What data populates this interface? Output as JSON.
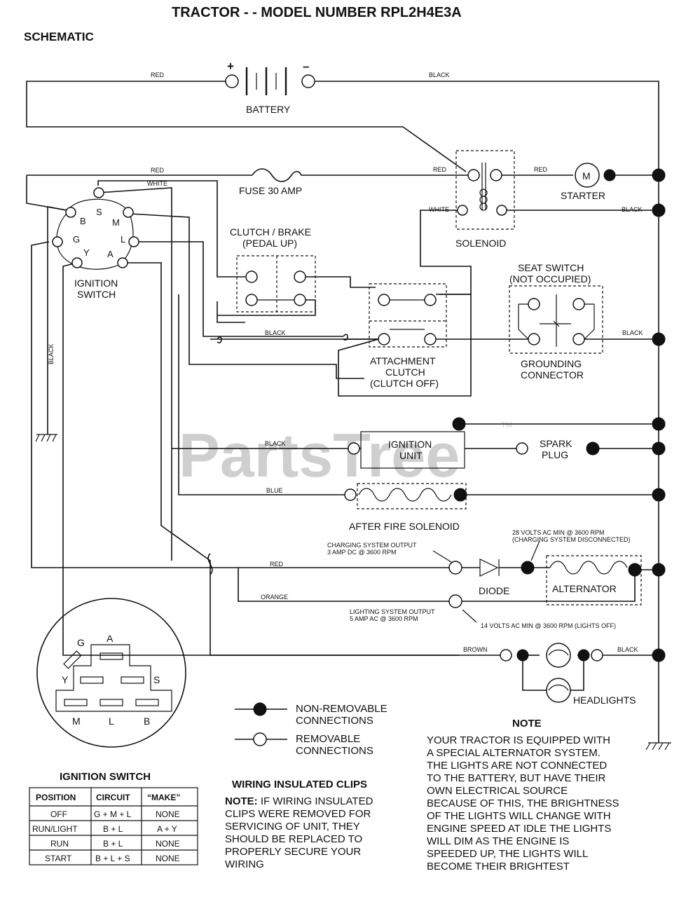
{
  "title": "TRACTOR - - MODEL NUMBER RPL2H4E3A",
  "subtitle": "SCHEMATIC",
  "watermark": "PartsTree",
  "watermark_tm": "TM",
  "battery": {
    "label": "BATTERY",
    "plus": "+",
    "minus": "–"
  },
  "wires": {
    "red": "RED",
    "black": "BLACK",
    "white": "WHITE",
    "blue": "BLUE",
    "orange": "ORANGE",
    "brown": "BROWN"
  },
  "fuse": "FUSE 30 AMP",
  "starter": {
    "label": "STARTER",
    "symbol": "M"
  },
  "solenoid": "SOLENOID",
  "ignition_switch_schematic": {
    "label_line1": "IGNITION",
    "label_line2": "SWITCH",
    "pins": {
      "s": "S",
      "b": "B",
      "m": "M",
      "g": "G",
      "l": "L",
      "y": "Y",
      "a": "A"
    }
  },
  "clutch_brake": {
    "line1": "CLUTCH / BRAKE",
    "line2": "(PEDAL UP)"
  },
  "seat_switch": {
    "line1": "SEAT SWITCH",
    "line2": "(NOT OCCUPIED)"
  },
  "attachment_clutch": {
    "line1": "ATTACHMENT",
    "line2": "CLUTCH",
    "line3": "(CLUTCH OFF)"
  },
  "grounding_connector": {
    "line1": "GROUNDING",
    "line2": "CONNECTOR"
  },
  "ignition_unit": {
    "line1": "IGNITION",
    "line2": "UNIT"
  },
  "spark_plug": {
    "line1": "SPARK",
    "line2": "PLUG"
  },
  "after_fire_solenoid": "AFTER FIRE SOLENOID",
  "charging_output": {
    "line1": "CHARGING SYSTEM OUTPUT",
    "line2": "3 AMP DC @ 3600 RPM"
  },
  "volts28": {
    "line1": "28 VOLTS AC MIN @ 3600 RPM",
    "line2": "(CHARGING SYSTEM DISCONNECTED)"
  },
  "diode": "DIODE",
  "alternator": "ALTERNATOR",
  "lighting_output": {
    "line1": "LIGHTING SYSTEM OUTPUT",
    "line2": "5 AMP AC @ 3600 RPM"
  },
  "volts14": "14 VOLTS AC MIN @ 3600 RPM (LIGHTS OFF)",
  "headlights": "HEADLIGHTS",
  "connector_face": {
    "a": "A",
    "g": "G",
    "y": "Y",
    "s": "S",
    "m": "M",
    "l": "L",
    "b": "B"
  },
  "legend": {
    "non_removable_line1": "NON-REMOVABLE",
    "non_removable_line2": "CONNECTIONS",
    "removable_line1": "REMOVABLE",
    "removable_line2": "CONNECTIONS"
  },
  "ignition_table": {
    "title": "IGNITION SWITCH",
    "headers": [
      "POSITION",
      "CIRCUIT",
      "“MAKE”"
    ],
    "rows": [
      [
        "OFF",
        "G + M + L",
        "NONE"
      ],
      [
        "RUN/LIGHT",
        "B + L",
        "A + Y"
      ],
      [
        "RUN",
        "B + L",
        "NONE"
      ],
      [
        "START",
        "B + L + S",
        "NONE"
      ]
    ]
  },
  "insulated_clips": {
    "title": "WIRING INSULATED CLIPS",
    "note_label": "NOTE:",
    "lines": [
      " IF WIRING INSULATED",
      "CLIPS WERE REMOVED FOR",
      "SERVICING OF UNIT, THEY",
      "SHOULD BE REPLACED TO",
      "PROPERLY SECURE YOUR",
      "WIRING"
    ]
  },
  "note": {
    "title": "NOTE",
    "lines": [
      "YOUR TRACTOR IS EQUIPPED WITH",
      "A SPECIAL ALTERNATOR SYSTEM.",
      "THE LIGHTS ARE NOT CONNECTED",
      "TO  THE BATTERY, BUT HAVE THEIR",
      "OWN ELECTRICAL SOURCE",
      "BECAUSE OF THIS, THE BRIGHTNESS",
      "OF THE LIGHTS WILL CHANGE WITH",
      "ENGINE SPEED   AT IDLE THE LIGHTS",
      "WILL DIM   AS THE ENGINE IS",
      "SPEEDED UP, THE LIGHTS WILL",
      "BECOME THEIR BRIGHTEST"
    ]
  }
}
